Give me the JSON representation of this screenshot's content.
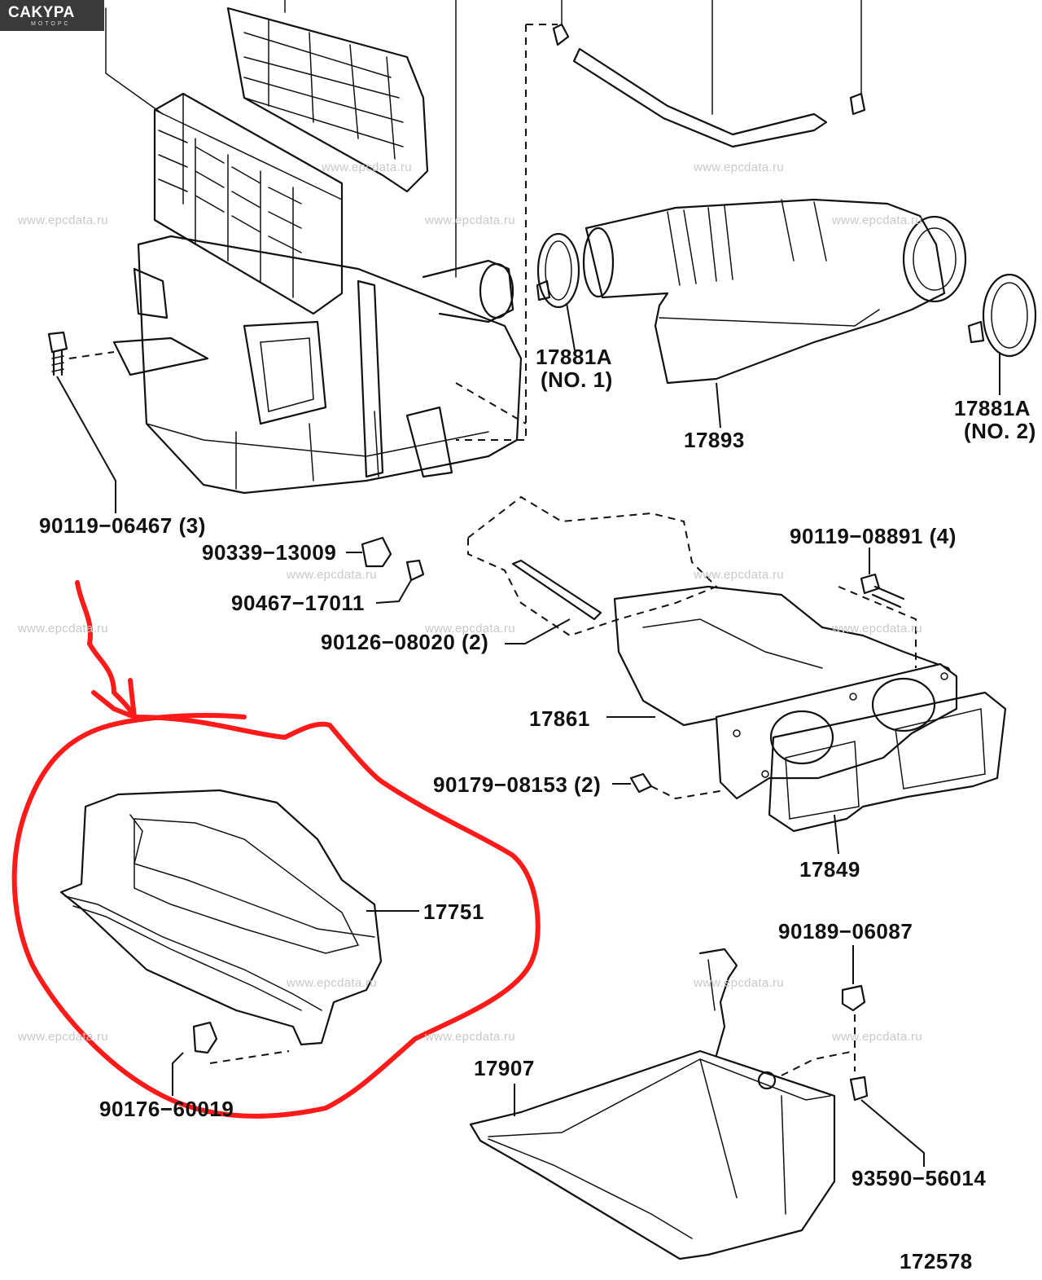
{
  "logo": {
    "brand": "CAKYPA",
    "sub": "MOTOPC"
  },
  "watermark": "www.epcdata.ru",
  "diagram_number": "172578",
  "labels": {
    "p17881a_no1": "17881A",
    "p17881a_no1_qty": "(NO. 1)",
    "p17881a_no2": "17881A",
    "p17881a_no2_qty": "(NO. 2)",
    "p17893": "17893",
    "p90119_06467": "90119−06467 (3)",
    "p90339_13009": "90339−13009",
    "p90467_17011": "90467−17011",
    "p90126_08020": "90126−08020 (2)",
    "p90119_08891": "90119−08891 (4)",
    "p17861": "17861",
    "p90179_08153": "90179−08153 (2)",
    "p17849": "17849",
    "p17751": "17751",
    "p90189_06087": "90189−06087",
    "p17907": "17907",
    "p90176_60019": "90176−60019",
    "p93590_56014": "93590−56014"
  },
  "highlight": {
    "color": "#ff1a1a",
    "target_part": "17751"
  }
}
